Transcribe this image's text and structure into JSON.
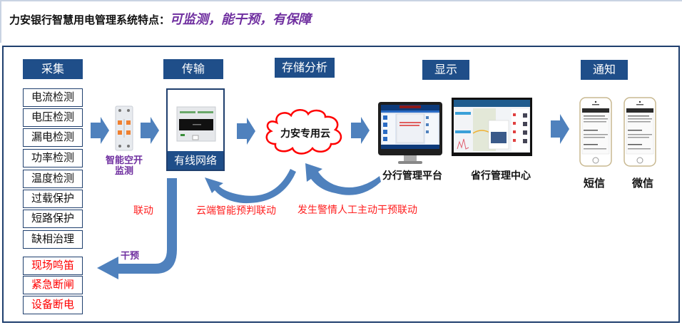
{
  "title": {
    "prefix": "力安银行智慧用电管理系统特点：",
    "highlight": "可监测，能干预，有保障"
  },
  "sections": {
    "collect": "采集",
    "transmit": "传输",
    "storage": "存储分析",
    "display": "显示",
    "notify": "通知"
  },
  "collect_items": [
    "电流检测",
    "电压检测",
    "漏电检测",
    "功率检测",
    "温度检测",
    "过载保护",
    "短路保护",
    "缺相治理"
  ],
  "intervention_items": [
    "现场鸣笛",
    "紧急断闸",
    "设备断电"
  ],
  "device": {
    "breaker_label_line1": "智能空开",
    "breaker_label_line2": "监测",
    "network_label": "有线网络"
  },
  "cloud": {
    "label": "力安专用云"
  },
  "display": {
    "branch_label": "分行管理平台",
    "province_label": "省行管理中心"
  },
  "notify": {
    "sms_label": "短信",
    "wechat_label": "微信"
  },
  "flows": {
    "linkage": "联动",
    "intervene": "干预",
    "cloud_predict": "云端智能预判联动",
    "manual_intervene": "发生警情人工主动干预联动"
  },
  "colors": {
    "header_bg": "#1f4e89",
    "arrow": "#4f81bd",
    "highlight": "#7030a0",
    "alert": "#ff0000",
    "cloud_border": "#ff0000"
  }
}
